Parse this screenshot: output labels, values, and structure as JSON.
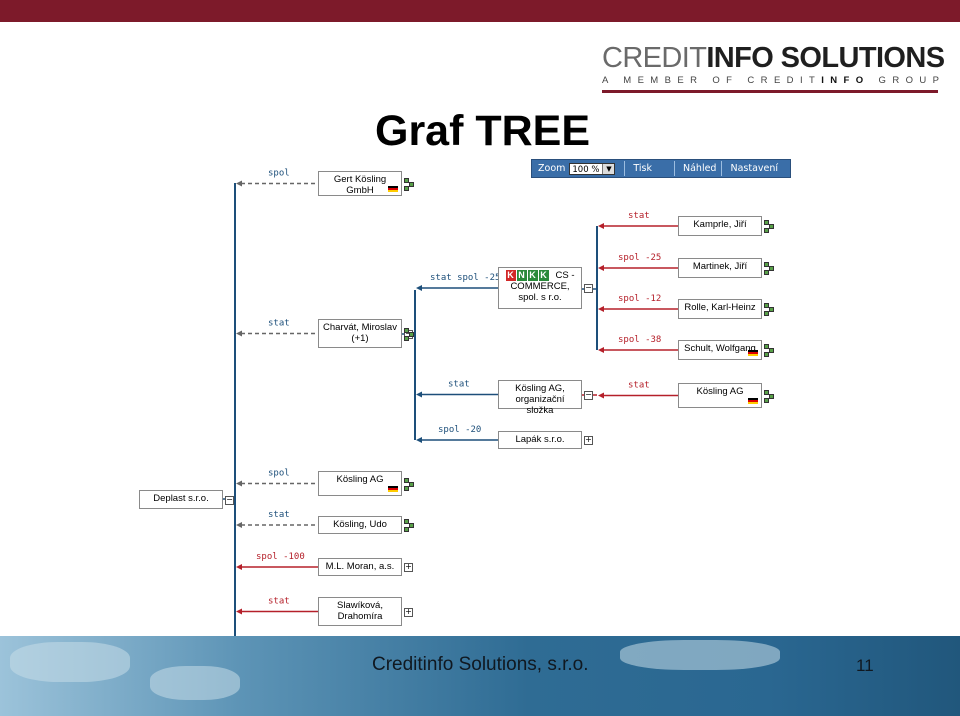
{
  "header": {
    "logo_part1": "CREDIT",
    "logo_part2": "INFO SOLUTIONS",
    "tagline_pre": "A MEMBER OF CREDIT",
    "tagline_bold": "INFO",
    "tagline_post": " GROUP",
    "accent": "#7d1a2a"
  },
  "title": "Graf TREE",
  "toolbar": {
    "zoom_label": "Zoom",
    "zoom_value": "100 %",
    "print_label": "Tisk",
    "preview_label": "Náhled",
    "settings_label": "Nastavení",
    "bar_color": "#3a6ea8"
  },
  "tree": {
    "root": {
      "id": "root",
      "label": "Deplast s.r.o."
    },
    "level1": [
      {
        "id": "gert",
        "label": "Gert Kösling GmbH",
        "edge": "spol",
        "edge_type": "dashed",
        "flag": true,
        "icon": true
      },
      {
        "id": "charvat",
        "label": "Charvát, Miroslav (+1)",
        "edge": "stat",
        "edge_type": "dashed",
        "flag": false,
        "icon": true
      },
      {
        "id": "kosling1",
        "label": "Kösling AG",
        "edge": "spol",
        "edge_type": "dashed",
        "flag": true,
        "icon": true
      },
      {
        "id": "koslingudo",
        "label": "Kösling, Udo",
        "edge": "stat",
        "edge_type": "dashed",
        "flag": false,
        "icon": true
      },
      {
        "id": "moran",
        "label": "M.L. Moran, a.s.",
        "edge": "spol -100",
        "edge_type": "red",
        "flag": false,
        "icon": false
      },
      {
        "id": "slawik",
        "label": "Slawíková, Drahomíra",
        "edge": "stat",
        "edge_type": "red",
        "flag": false,
        "icon": false
      }
    ],
    "level2": [
      {
        "id": "cs",
        "label": "CS - COMMERCE, spol. s r.o.",
        "edge": "stat spol -25",
        "edge_type": "blue",
        "badge": [
          "K",
          "N",
          "K",
          "K"
        ]
      },
      {
        "id": "koslingorg",
        "label": "Kösling AG, organizační složka",
        "edge": "stat",
        "edge_type": "blue"
      },
      {
        "id": "lapak",
        "label": "Lapák s.r.o.",
        "edge": "spol -20",
        "edge_type": "blue"
      }
    ],
    "level3": [
      {
        "id": "kamprle",
        "label": "Kamprle, Jiří",
        "edge": "stat",
        "edge_type": "red",
        "flag": false,
        "icon": true
      },
      {
        "id": "martinek",
        "label": "Martinek, Jiří",
        "edge": "spol -25",
        "edge_type": "red",
        "flag": false,
        "icon": true
      },
      {
        "id": "rolle",
        "label": "Rolle, Karl-Heinz",
        "edge": "spol -12",
        "edge_type": "red",
        "flag": false,
        "icon": true
      },
      {
        "id": "schult",
        "label": "Schult, Wolfgang",
        "edge": "spol -38",
        "edge_type": "red",
        "flag": true,
        "icon": true
      },
      {
        "id": "kosling2",
        "label": "Kösling AG",
        "edge": "stat",
        "edge_type": "red",
        "flag": true,
        "icon": true
      }
    ],
    "colors": {
      "blue": "#1d4f7a",
      "red": "#b5202a",
      "gray": "#666666",
      "label": "#1d4f7a"
    },
    "badge_colors": [
      "#d22828",
      "#2a8a3a",
      "#2a8a3a",
      "#2a8a3a"
    ]
  },
  "footer": {
    "company": "Creditinfo Solutions, s.r.o.",
    "page": "11"
  }
}
